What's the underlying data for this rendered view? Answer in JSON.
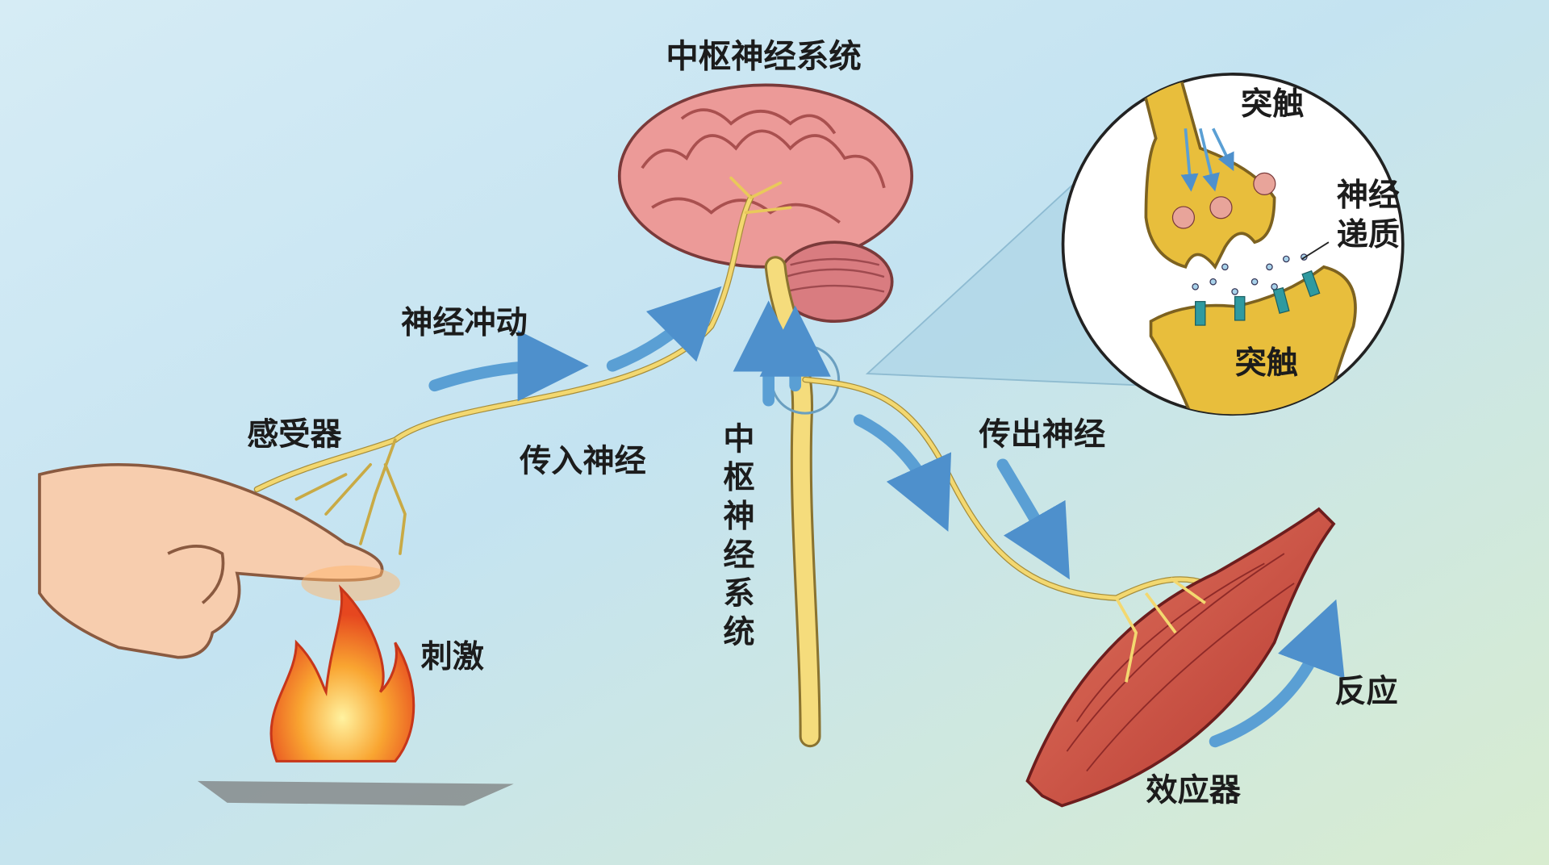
{
  "title": "中枢神经系统",
  "labels": {
    "nerve_impulse": "神经冲动",
    "receptor": "感受器",
    "afferent_nerve": "传入神经",
    "cns_vertical": [
      "中",
      "枢",
      "神",
      "经",
      "系",
      "统"
    ],
    "efferent_nerve": "传出神经",
    "stimulus": "刺激",
    "response": "反应",
    "effector": "效应器"
  },
  "synapse_inset": {
    "top_label": "突触",
    "neurotransmitter": [
      "神经",
      "递质"
    ],
    "bottom_label": "突触"
  },
  "colors": {
    "nerve": "#f0d56a",
    "arrow": "#5a9fd4",
    "brain": "#e98e8e",
    "muscle": "#c9463f",
    "synapse": "#e8be3c",
    "receptor_channel": "#2f9aa0"
  }
}
